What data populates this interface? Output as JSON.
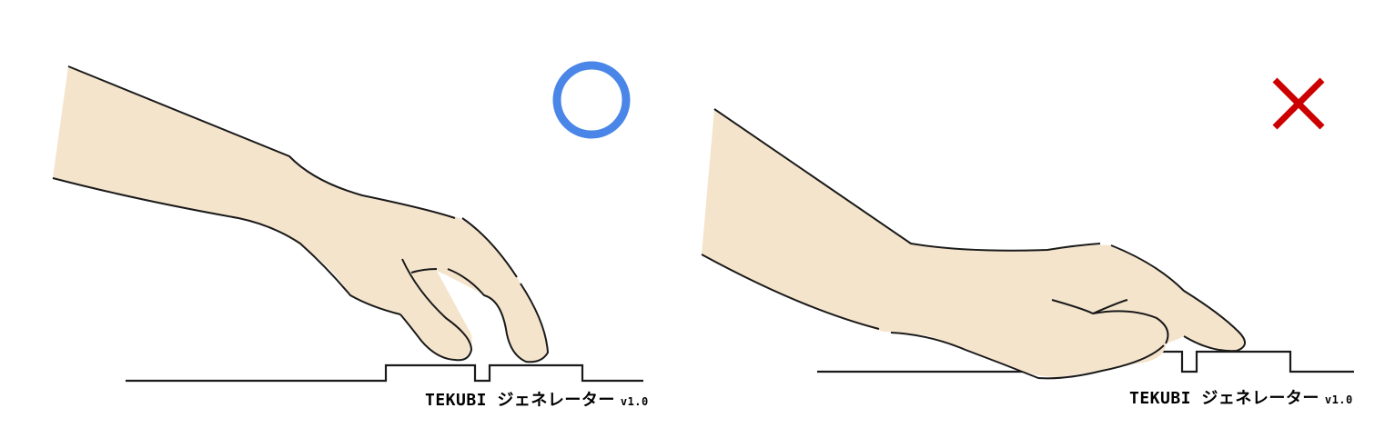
{
  "colors": {
    "background": "#ffffff",
    "skin": "#f4e4cc",
    "outline": "#1a1a1a",
    "correct_mark": "#4a86e8",
    "incorrect_mark": "#cc0000"
  },
  "panels": [
    {
      "id": "correct",
      "verdict_icon": "circle-icon",
      "verdict": "correct",
      "watermark": {
        "title": "TEKUBI ジェネレーター",
        "version": "v1.0"
      }
    },
    {
      "id": "incorrect",
      "verdict_icon": "cross-icon",
      "verdict": "incorrect",
      "watermark": {
        "title": "TEKUBI ジェネレーター",
        "version": "v1.0"
      }
    }
  ]
}
